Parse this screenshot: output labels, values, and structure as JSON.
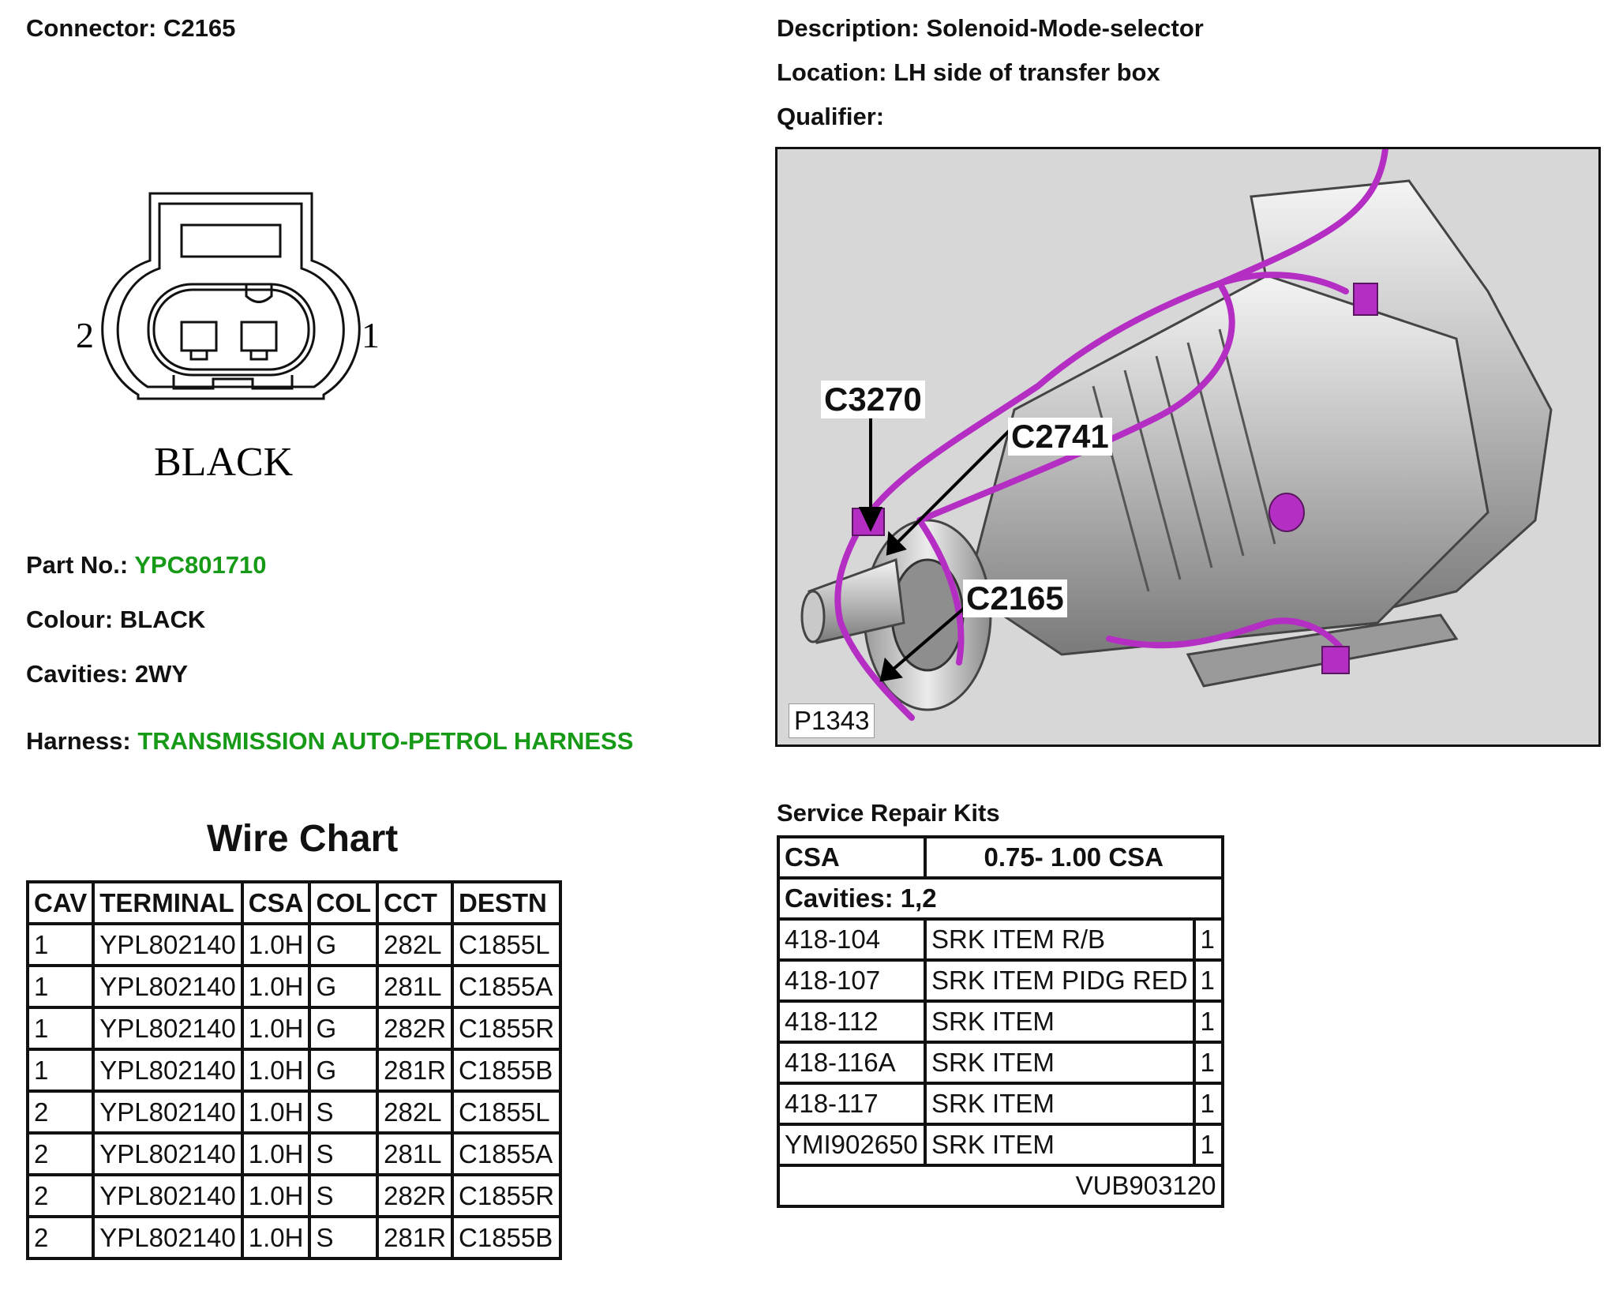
{
  "left": {
    "connector": {
      "label": "Connector:",
      "value": "C2165"
    },
    "diagram": {
      "pin2": "2",
      "pin1": "1",
      "colour_text": "BLACK"
    },
    "part_no": {
      "label": "Part No.:",
      "value": "YPC801710"
    },
    "colour": {
      "label": "Colour:",
      "value": "BLACK"
    },
    "cavities": {
      "label": "Cavities:",
      "value": "2WY"
    },
    "harness": {
      "label": "Harness:",
      "value": "TRANSMISSION AUTO-PETROL HARNESS"
    }
  },
  "right": {
    "description": {
      "label": "Description:",
      "value": "Solenoid-Mode-selector"
    },
    "location": {
      "label": "Location:",
      "value": "LH side of transfer box"
    },
    "qualifier": {
      "label": "Qualifier:",
      "value": ""
    },
    "photo": {
      "callouts": [
        "C3270",
        "C2741",
        "C2165"
      ],
      "ref": "P1343",
      "harness_color": "#b52ec4"
    }
  },
  "wire_chart": {
    "title": "Wire Chart",
    "headers": [
      "CAV",
      "TERMINAL",
      "CSA",
      "COL",
      "CCT",
      "DESTN"
    ],
    "rows": [
      [
        "1",
        "YPL802140",
        "1.0H",
        "G",
        "282L",
        "C1855L"
      ],
      [
        "1",
        "YPL802140",
        "1.0H",
        "G",
        "281L",
        "C1855A"
      ],
      [
        "1",
        "YPL802140",
        "1.0H",
        "G",
        "282R",
        "C1855R"
      ],
      [
        "1",
        "YPL802140",
        "1.0H",
        "G",
        "281R",
        "C1855B"
      ],
      [
        "2",
        "YPL802140",
        "1.0H",
        "S",
        "282L",
        "C1855L"
      ],
      [
        "2",
        "YPL802140",
        "1.0H",
        "S",
        "281L",
        "C1855A"
      ],
      [
        "2",
        "YPL802140",
        "1.0H",
        "S",
        "282R",
        "C1855R"
      ],
      [
        "2",
        "YPL802140",
        "1.0H",
        "S",
        "281R",
        "C1855B"
      ]
    ]
  },
  "repair_kits": {
    "title": "Service Repair Kits",
    "csa_label": "CSA",
    "csa_value": "0.75- 1.00 CSA",
    "cavities": "Cavities: 1,2",
    "rows": [
      [
        "418-104",
        "SRK ITEM R/B",
        "1"
      ],
      [
        "418-107",
        "SRK ITEM PIDG RED",
        "1"
      ],
      [
        "418-112",
        "SRK ITEM",
        "1"
      ],
      [
        "418-116A",
        "SRK ITEM",
        "1"
      ],
      [
        "418-117",
        "SRK ITEM",
        "1"
      ],
      [
        "YMI902650",
        "SRK ITEM",
        "1"
      ]
    ],
    "footer": "VUB903120"
  }
}
